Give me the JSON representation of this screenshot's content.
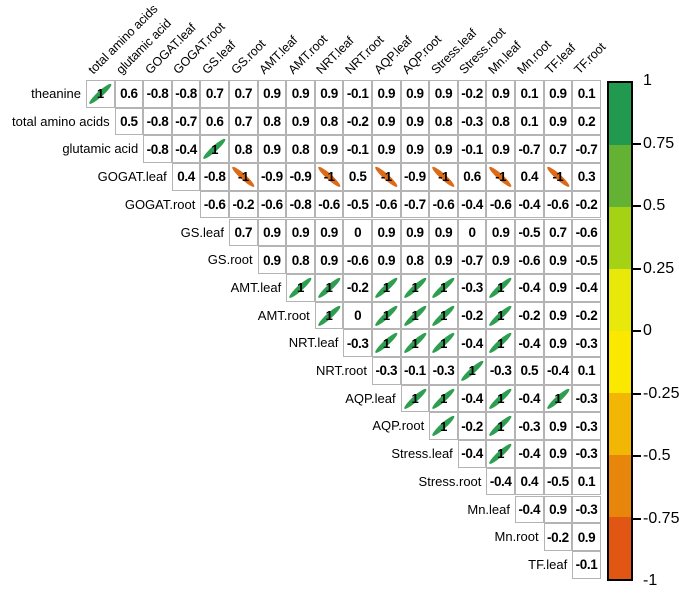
{
  "chart_data": {
    "type": "heatmap",
    "title": "",
    "xlabel": "",
    "ylabel": "",
    "grid": true,
    "legend_position": "right",
    "triangle": "upper",
    "diagonal_marker": "ellipse",
    "categories": [
      "theanine",
      "total amino acids",
      "glutamic acid",
      "GOGAT.leaf",
      "GOGAT.root",
      "GS.leaf",
      "GS.root",
      "AMT.leaf",
      "AMT.root",
      "NRT.leaf",
      "NRT.root",
      "AQP.leaf",
      "AQP.root",
      "Stress.leaf",
      "Stress.root",
      "Mn.leaf",
      "Mn.root",
      "TF.leaf",
      "TF.root"
    ],
    "row_labels": [
      "theanine",
      "total amino acids",
      "glutamic acid",
      "GOGAT.leaf",
      "GOGAT.root",
      "GS.leaf",
      "GS.root",
      "AMT.leaf",
      "AMT.root",
      "NRT.leaf",
      "NRT.root",
      "AQP.leaf",
      "AQP.root",
      "Stress.leaf",
      "Stress.root",
      "Mn.leaf",
      "Mn.root",
      "TF.leaf"
    ],
    "col_labels": [
      "total amino acids",
      "glutamic acid",
      "GOGAT.leaf",
      "GOGAT.root",
      "GS.leaf",
      "GS.root",
      "AMT.leaf",
      "AMT.root",
      "NRT.leaf",
      "NRT.root",
      "AQP.leaf",
      "AQP.root",
      "Stress.leaf",
      "Stress.root",
      "Mn.leaf",
      "Mn.root",
      "TF.leaf",
      "TF.root"
    ],
    "zlim": [
      -1,
      1
    ],
    "rows": [
      {
        "label": "theanine",
        "start": 0,
        "values": [
          "1",
          "0.6",
          "-0.8",
          "-0.8",
          "0.7",
          "0.7",
          "0.9",
          "0.9",
          "0.9",
          "-0.1",
          "0.9",
          "0.9",
          "0.9",
          "-0.2",
          "0.9",
          "0.1",
          "0.9",
          "0.1"
        ]
      },
      {
        "label": "total amino acids",
        "start": 1,
        "values": [
          "0.5",
          "-0.8",
          "-0.7",
          "0.6",
          "0.7",
          "0.8",
          "0.9",
          "0.8",
          "-0.2",
          "0.9",
          "0.9",
          "0.8",
          "-0.3",
          "0.8",
          "0.1",
          "0.9",
          "0.2"
        ]
      },
      {
        "label": "glutamic acid",
        "start": 2,
        "values": [
          "-0.8",
          "-0.4",
          "1",
          "0.8",
          "0.9",
          "0.8",
          "0.9",
          "-0.1",
          "0.9",
          "0.9",
          "0.9",
          "-0.1",
          "0.9",
          "-0.7",
          "0.7",
          "-0.7"
        ]
      },
      {
        "label": "GOGAT.leaf",
        "start": 3,
        "values": [
          "0.4",
          "-0.8",
          "-1",
          "-0.9",
          "-0.9",
          "-1",
          "0.5",
          "-1",
          "-0.9",
          "-1",
          "0.6",
          "-1",
          "0.4",
          "-1",
          "0.3"
        ]
      },
      {
        "label": "GOGAT.root",
        "start": 4,
        "values": [
          "-0.6",
          "-0.2",
          "-0.6",
          "-0.8",
          "-0.6",
          "-0.5",
          "-0.6",
          "-0.7",
          "-0.6",
          "-0.4",
          "-0.6",
          "-0.4",
          "-0.6",
          "-0.2"
        ]
      },
      {
        "label": "GS.leaf",
        "start": 5,
        "values": [
          "0.7",
          "0.9",
          "0.9",
          "0.9",
          "0",
          "0.9",
          "0.9",
          "0.9",
          "0",
          "0.9",
          "-0.5",
          "0.7",
          "-0.6"
        ]
      },
      {
        "label": "GS.root",
        "start": 6,
        "values": [
          "0.9",
          "0.8",
          "0.9",
          "-0.6",
          "0.9",
          "0.8",
          "0.9",
          "-0.7",
          "0.9",
          "-0.6",
          "0.9",
          "-0.5"
        ]
      },
      {
        "label": "AMT.leaf",
        "start": 7,
        "values": [
          "1",
          "1",
          "-0.2",
          "1",
          "1",
          "1",
          "-0.3",
          "1",
          "-0.4",
          "0.9",
          "-0.4"
        ]
      },
      {
        "label": "AMT.root",
        "start": 8,
        "values": [
          "1",
          "0",
          "1",
          "1",
          "1",
          "-0.2",
          "1",
          "-0.2",
          "0.9",
          "-0.2"
        ]
      },
      {
        "label": "NRT.leaf",
        "start": 9,
        "values": [
          "-0.3",
          "1",
          "1",
          "1",
          "-0.4",
          "1",
          "-0.4",
          "0.9",
          "-0.3"
        ]
      },
      {
        "label": "NRT.root",
        "start": 10,
        "values": [
          "-0.3",
          "-0.1",
          "-0.3",
          "1",
          "-0.3",
          "0.5",
          "-0.4",
          "0.1"
        ]
      },
      {
        "label": "AQP.leaf",
        "start": 11,
        "values": [
          "1",
          "1",
          "-0.4",
          "1",
          "-0.4",
          "1",
          "-0.3"
        ]
      },
      {
        "label": "AQP.root",
        "start": 12,
        "values": [
          "1",
          "-0.2",
          "1",
          "-0.3",
          "0.9",
          "-0.3"
        ]
      },
      {
        "label": "Stress.leaf",
        "start": 13,
        "values": [
          "-0.4",
          "1",
          "-0.4",
          "0.9",
          "-0.3"
        ]
      },
      {
        "label": "Stress.root",
        "start": 14,
        "values": [
          "-0.4",
          "0.4",
          "-0.5",
          "0.1"
        ]
      },
      {
        "label": "Mn.leaf",
        "start": 15,
        "values": [
          "-0.4",
          "0.9",
          "-0.3"
        ]
      },
      {
        "label": "Mn.root",
        "start": 16,
        "values": [
          "-0.2",
          "0.9"
        ]
      },
      {
        "label": "TF.leaf",
        "start": 17,
        "values": [
          "-0.1"
        ]
      }
    ],
    "ellipse_cells": [
      {
        "row": 0,
        "col": 0,
        "color": "#2e9e50",
        "sign": "positive"
      },
      {
        "row": 2,
        "col": 4,
        "color": "#2e9e50",
        "sign": "positive"
      },
      {
        "row": 3,
        "col": 5,
        "color": "#dd6a16",
        "sign": "negative"
      },
      {
        "row": 3,
        "col": 8,
        "color": "#dd6a16",
        "sign": "negative"
      },
      {
        "row": 3,
        "col": 10,
        "color": "#dd6a16",
        "sign": "negative"
      },
      {
        "row": 3,
        "col": 12,
        "color": "#dd6a16",
        "sign": "negative"
      },
      {
        "row": 3,
        "col": 14,
        "color": "#dd6a16",
        "sign": "negative"
      },
      {
        "row": 3,
        "col": 16,
        "color": "#dd6a16",
        "sign": "negative"
      },
      {
        "row": 7,
        "col": 7,
        "color": "#2e9e50",
        "sign": "positive"
      },
      {
        "row": 7,
        "col": 8,
        "color": "#2e9e50",
        "sign": "positive"
      },
      {
        "row": 7,
        "col": 10,
        "color": "#2e9e50",
        "sign": "positive"
      },
      {
        "row": 7,
        "col": 11,
        "color": "#2e9e50",
        "sign": "positive"
      },
      {
        "row": 7,
        "col": 12,
        "color": "#2e9e50",
        "sign": "positive"
      },
      {
        "row": 7,
        "col": 14,
        "color": "#2e9e50",
        "sign": "positive"
      },
      {
        "row": 8,
        "col": 8,
        "color": "#2e9e50",
        "sign": "positive"
      },
      {
        "row": 8,
        "col": 10,
        "color": "#2e9e50",
        "sign": "positive"
      },
      {
        "row": 8,
        "col": 11,
        "color": "#2e9e50",
        "sign": "positive"
      },
      {
        "row": 8,
        "col": 12,
        "color": "#2e9e50",
        "sign": "positive"
      },
      {
        "row": 8,
        "col": 14,
        "color": "#2e9e50",
        "sign": "positive"
      },
      {
        "row": 9,
        "col": 10,
        "color": "#2e9e50",
        "sign": "positive"
      },
      {
        "row": 9,
        "col": 11,
        "color": "#2e9e50",
        "sign": "positive"
      },
      {
        "row": 9,
        "col": 12,
        "color": "#2e9e50",
        "sign": "positive"
      },
      {
        "row": 9,
        "col": 14,
        "color": "#2e9e50",
        "sign": "positive"
      },
      {
        "row": 10,
        "col": 13,
        "color": "#2e9e50",
        "sign": "positive"
      },
      {
        "row": 11,
        "col": 11,
        "color": "#2e9e50",
        "sign": "positive"
      },
      {
        "row": 11,
        "col": 12,
        "color": "#2e9e50",
        "sign": "positive"
      },
      {
        "row": 11,
        "col": 14,
        "color": "#2e9e50",
        "sign": "positive"
      },
      {
        "row": 11,
        "col": 16,
        "color": "#2e9e50",
        "sign": "positive"
      },
      {
        "row": 12,
        "col": 12,
        "color": "#2e9e50",
        "sign": "positive"
      },
      {
        "row": 12,
        "col": 14,
        "color": "#2e9e50",
        "sign": "positive"
      },
      {
        "row": 13,
        "col": 14,
        "color": "#2e9e50",
        "sign": "positive"
      }
    ],
    "colorbar": {
      "bands": [
        {
          "from": 0.75,
          "to": 1.0,
          "color": "#21994e"
        },
        {
          "from": 0.5,
          "to": 0.75,
          "color": "#64b234"
        },
        {
          "from": 0.25,
          "to": 0.5,
          "color": "#a5d215"
        },
        {
          "from": 0.0,
          "to": 0.25,
          "color": "#e8e80b"
        },
        {
          "from": -0.25,
          "to": 0.0,
          "color": "#fbe800"
        },
        {
          "from": -0.5,
          "to": -0.25,
          "color": "#f2b705"
        },
        {
          "from": -0.75,
          "to": -0.5,
          "color": "#e8860c"
        },
        {
          "from": -1.0,
          "to": -0.75,
          "color": "#e25614"
        }
      ],
      "ticks": [
        "1",
        "0.75",
        "0.5",
        "0.25",
        "0",
        "-0.25",
        "-0.5",
        "-0.75",
        "-1"
      ],
      "tick_values": [
        1,
        0.75,
        0.5,
        0.25,
        0,
        -0.25,
        -0.5,
        -0.75,
        -1
      ]
    }
  }
}
